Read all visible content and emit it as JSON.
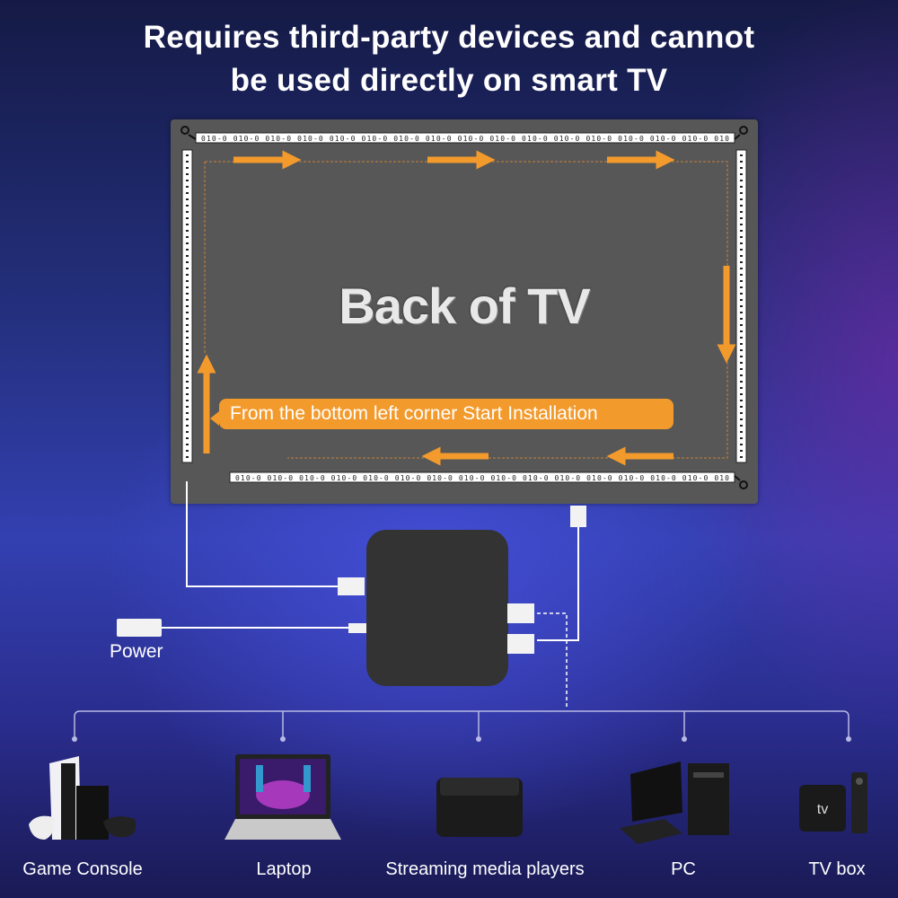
{
  "title": {
    "line1": "Requires third-party devices and cannot",
    "line2": "be used directly on smart TV"
  },
  "tv": {
    "label": "Back of TV",
    "callout": "From the bottom left corner Start Installation",
    "arrow_color": "#f39a2c",
    "panel_color": "#575757",
    "arrows": [
      "right",
      "right",
      "right",
      "down",
      "left",
      "left",
      "up"
    ]
  },
  "power": {
    "label": "Power"
  },
  "devices": [
    {
      "label": "Game Console",
      "icon": "game-console-icon"
    },
    {
      "label": "Laptop",
      "icon": "laptop-icon"
    },
    {
      "label": "Streaming media players",
      "icon": "streaming-player-icon"
    },
    {
      "label": "PC",
      "icon": "pc-icon"
    },
    {
      "label": "TV box",
      "icon": "tv-box-icon",
      "logo": "tv"
    }
  ]
}
